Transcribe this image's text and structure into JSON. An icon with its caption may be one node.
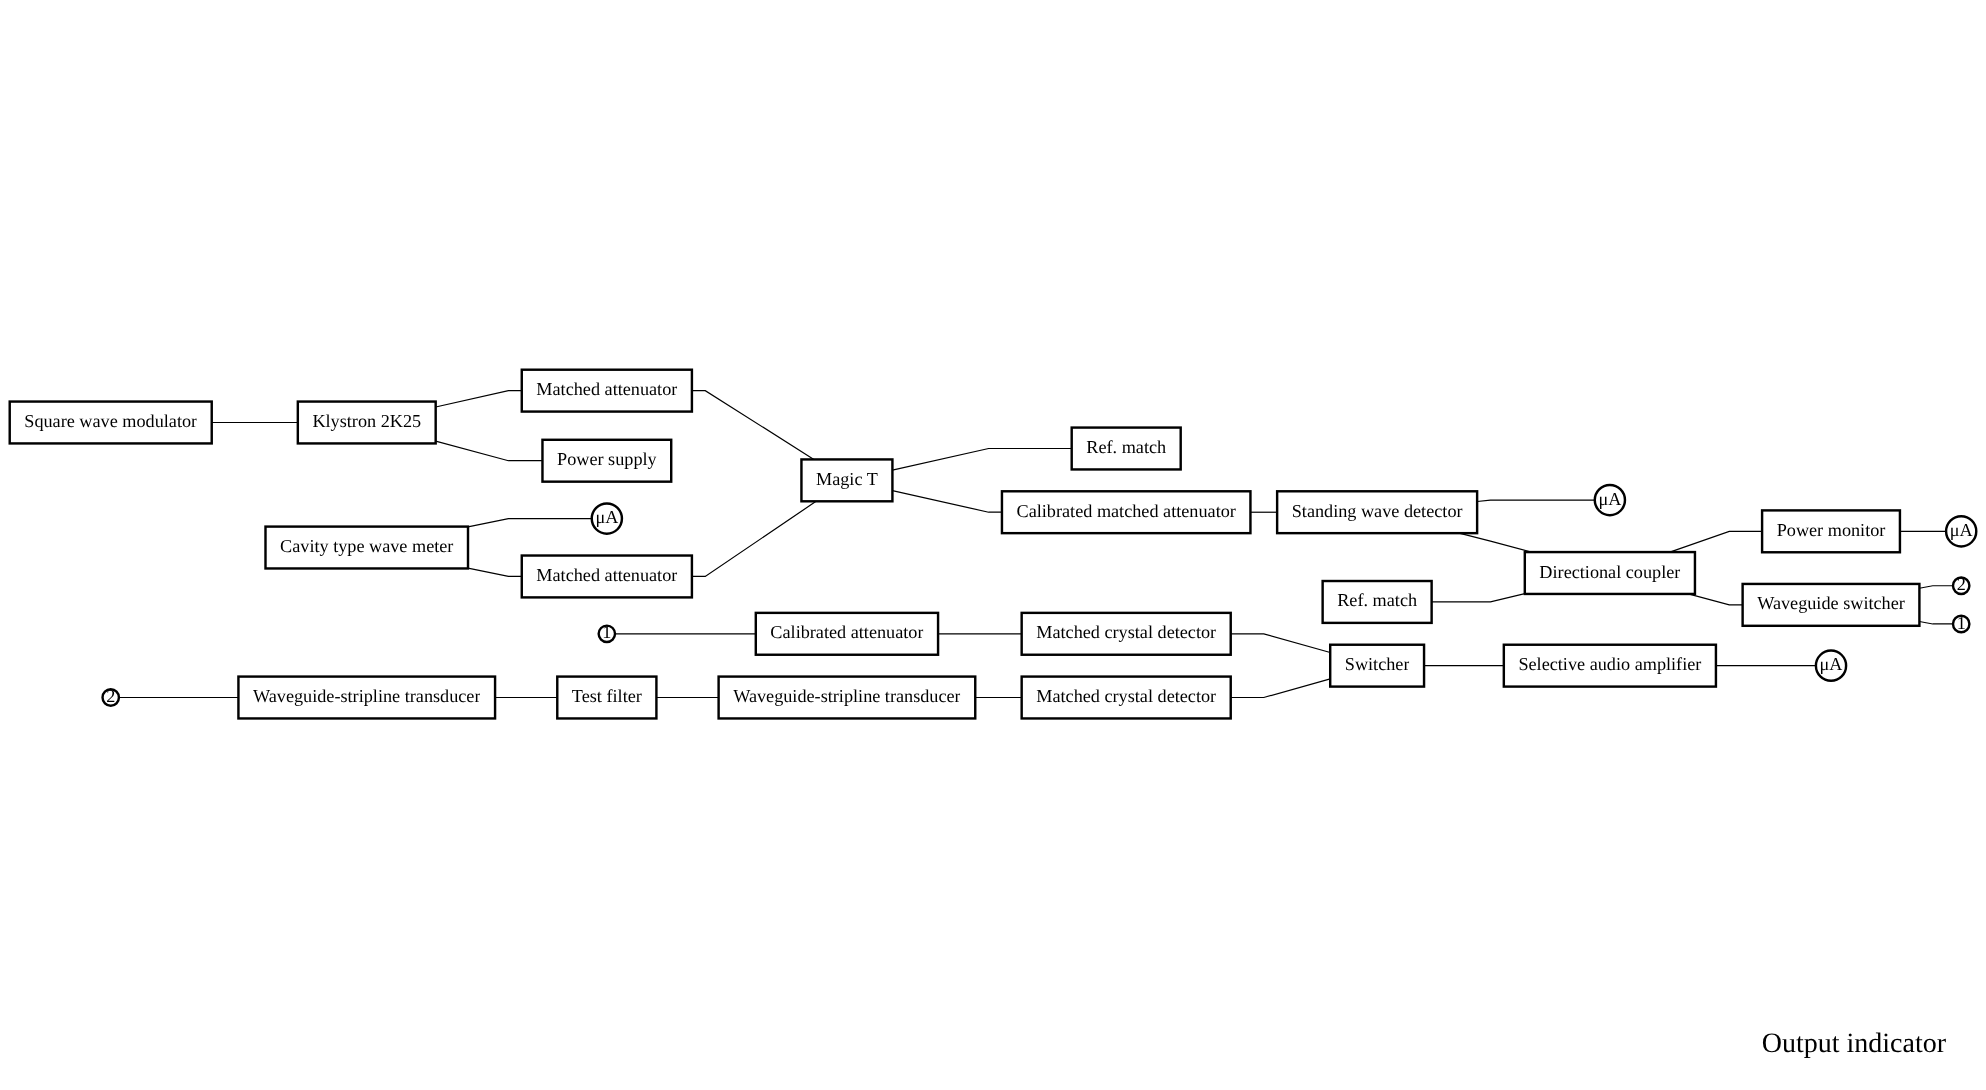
{
  "diagram": {
    "nodes": [
      {
        "text": [
          "Square wave modulator"
        ]
      },
      {
        "text": [
          "Klystron 2K25"
        ]
      },
      {
        "text": [
          "Power supply"
        ]
      },
      {
        "text": [
          "Matched attenuator"
        ]
      },
      {
        "text": [
          "Cavity type wave meter"
        ]
      },
      {
        "text": [
          "Matched attenuator"
        ]
      },
      {
        "text": [
          "Magic T"
        ]
      },
      {
        "text": [
          "Calibrated matched attenuator"
        ]
      },
      {
        "text": [
          "Standing wave detector"
        ]
      },
      {
        "text": [
          "Ref. match"
        ]
      },
      {
        "text": [
          "Directional coupler"
        ]
      },
      {
        "text": [
          "Waveguide switcher"
        ]
      },
      {
        "text": [
          "1"
        ]
      },
      {
        "text": [
          "2"
        ]
      },
      {
        "text": [
          "μA"
        ]
      },
      {
        "text": [
          "Ref. match"
        ]
      },
      {
        "text": [
          "μA"
        ]
      },
      {
        "text": [
          "Power monitor"
        ]
      },
      {
        "text": [
          "μA"
        ]
      },
      {
        "text": [
          "1"
        ]
      },
      {
        "text": [
          "Calibrated attenuator"
        ]
      },
      {
        "text": [
          "Matched crystal detector"
        ]
      },
      {
        "text": [
          "2"
        ]
      },
      {
        "text": [
          "Waveguide-stripline transducer"
        ]
      },
      {
        "text": [
          "Test filter"
        ]
      },
      {
        "text": [
          "Waveguide-stripline transducer"
        ]
      },
      {
        "text": [
          "Matched crystal detector"
        ]
      },
      {
        "text": [
          "Switcher"
        ]
      },
      {
        "text": [
          "Selective audio amplifier"
        ]
      },
      {
        "text": [
          "μA"
        ]
      }
    ],
    "edges": [
      {
        "from": 0,
        "to": 1,
        "arrow": "none"
      },
      {
        "from": 1,
        "to": 2,
        "arrow": "none"
      },
      {
        "from": 1,
        "to": 3,
        "arrow": "none"
      },
      {
        "from": 3,
        "to": 6,
        "arrow": "none"
      },
      {
        "from": 4,
        "to": 5,
        "arrow": "none"
      },
      {
        "from": 5,
        "to": 6,
        "arrow": "none"
      },
      {
        "from": 6,
        "to": 7,
        "arrow": "none"
      },
      {
        "from": 7,
        "to": 8,
        "arrow": "none"
      },
      {
        "from": 8,
        "to": 10,
        "arrow": "none"
      },
      {
        "from": 9,
        "to": 10,
        "arrow": "none"
      },
      {
        "from": 10,
        "to": 11,
        "arrow": "none"
      },
      {
        "from": 11,
        "to": 12,
        "arrow": "none"
      },
      {
        "from": 11,
        "to": 13,
        "arrow": "none"
      },
      {
        "from": 4,
        "to": 14,
        "arrow": "none"
      },
      {
        "from": 6,
        "to": 15,
        "arrow": "none"
      },
      {
        "from": 8,
        "to": 16,
        "arrow": "none"
      },
      {
        "from": 10,
        "to": 17,
        "arrow": "none"
      },
      {
        "from": 17,
        "to": 18,
        "arrow": "none"
      },
      {
        "from": 19,
        "to": 20,
        "arrow": "none"
      },
      {
        "from": 20,
        "to": 21,
        "arrow": "none"
      },
      {
        "from": 21,
        "to": 27,
        "arrow": "none"
      },
      {
        "from": 22,
        "to": 23,
        "arrow": "none"
      },
      {
        "from": 23,
        "to": 24,
        "arrow": "none"
      },
      {
        "from": 24,
        "to": 25,
        "arrow": "none"
      },
      {
        "from": 25,
        "to": 26,
        "arrow": "none"
      },
      {
        "from": 26,
        "to": 27,
        "arrow": "none"
      },
      {
        "from": 27,
        "to": 28,
        "arrow": "none"
      },
      {
        "from": 28,
        "to": 29,
        "arrow": "none"
      }
    ],
    "labels": [
      "Output indicator"
    ]
  }
}
